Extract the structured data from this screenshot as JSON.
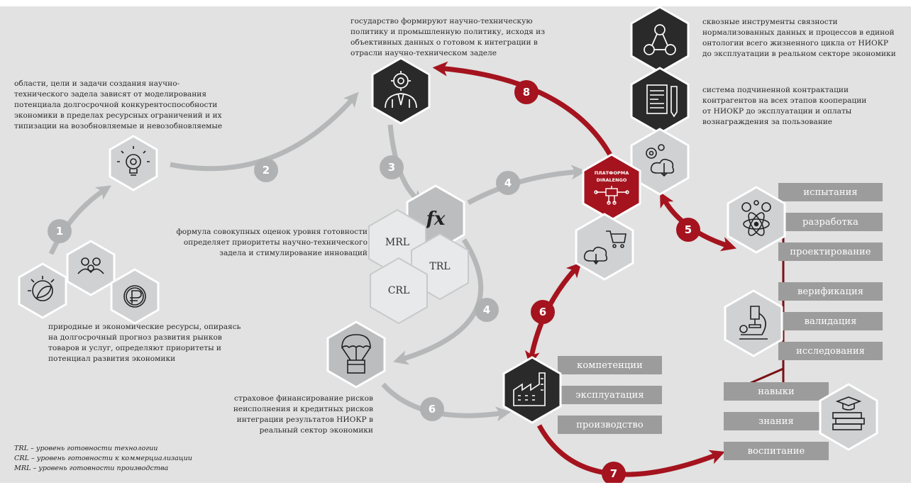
{
  "texts": {
    "resources": "природные и экономические ресурсы, опираясь\nна долгосрочный прогноз развития рынков\nтоваров и услуг, определяют приоритеты и\nпотенциал развития экономики",
    "goals": "области, цели и задачи создания научно-\nтехнического задела зависят от моделирования\nпотенциала долгосрочной конкурентоспособности\nэкономики в пределах ресурсных ограничений и их\nтипизации на возобновляемые и невозобновляемые",
    "state": "государство формируют научно-техническую\nполитику и промышленную политику, исходя из\nобъективных данных о готовом к интеграции в\nотрасли научно-техническом заделе",
    "tools": "сквозные инструменты связности\nнормализованных данных и процессов в единой\nонтологии всего жизненного цикла от НИОКР\nдо эксплуатации в реальном секторе экономики",
    "contracting": "система подчиненной контрактации\nконтрагентов на всех этапов кооперации\nот НИОКР до эксплуатации и оплаты\nвознаграждения за пользование",
    "formula": "формула совокупных оценок уровня готовности\nопределяет приоритеты научно-технического\nзадела и стимулирование инноваций",
    "insurance": "страховое финансирование рисков\nнеисполнения и кредитных рисков\nинтеграции результатов НИОКР в\nреальный сектор экономики"
  },
  "legend": [
    "TRL – уровень готовности технологии",
    "CRL – уровень готовности к коммерциализации",
    "MRL – уровень готовности производства"
  ],
  "hex_labels": {
    "mrl": "MRL",
    "trl": "TRL",
    "crl": "CRL",
    "fx": "fx"
  },
  "platform": {
    "line1": "ПЛАТФОРМА",
    "line2": "DIRALENGO"
  },
  "bars": {
    "rd": [
      "испытания",
      "разработка",
      "проектирование"
    ],
    "research": [
      "верификация",
      "валидация",
      "исследования"
    ],
    "education": [
      "навыки",
      "знания",
      "воспитание"
    ],
    "production": [
      "компетенции",
      "эксплуатация",
      "производство"
    ]
  },
  "step_numbers": {
    "n1": "1",
    "n2": "2",
    "n3": "3",
    "n4a": "4",
    "n4b": "4",
    "n5": "5",
    "n6a": "6",
    "n6b": "6",
    "n7": "7",
    "n8": "8"
  },
  "colors": {
    "background": "#e1e2e1",
    "accent": "#a4131e",
    "gray_arrow": "#b6b7b8",
    "dark_hex": "#2a2a2b",
    "bar": "#9c9c9d"
  },
  "icons": {
    "nature": "leaf-sun-icon",
    "people": "people-group-icon",
    "ruble": "ruble-coin-icon",
    "idea": "lightbulb-gear-icon",
    "state": "businessman-gear-icon",
    "network": "network-nodes-icon",
    "document": "document-pen-icon",
    "cloud_gear": "gears-cloud-icon",
    "platform": "platform-chip-icon",
    "cart": "cart-cloud-icon",
    "science": "atom-gears-icon",
    "microscope": "microscope-icon",
    "books": "books-graduation-icon",
    "factory": "factory-icon",
    "parachute": "parachute-box-icon"
  }
}
